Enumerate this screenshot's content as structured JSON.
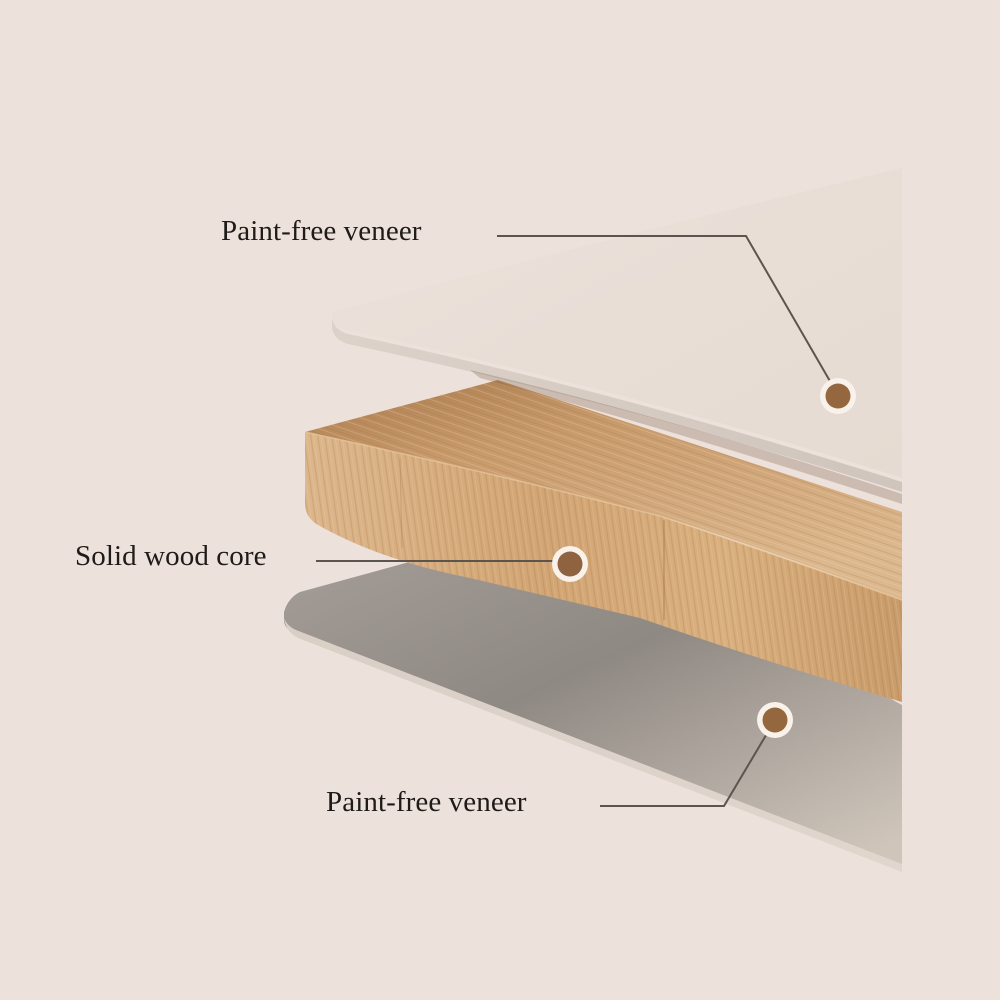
{
  "diagram": {
    "type": "exploded-layer-diagram",
    "subject": "board construction layers",
    "background_color": "#ede1db",
    "layers": [
      {
        "id": "top",
        "label": "Paint-free veneer",
        "color": "#eae0d8",
        "marker_color": "#94673f"
      },
      {
        "id": "core",
        "label": "Solid wood core",
        "color": "#d4a872",
        "marker_color": "#8f6340"
      },
      {
        "id": "bottom",
        "label": "Paint-free veneer",
        "color": "#b4aba4",
        "marker_color": "#94673f"
      }
    ],
    "callouts": {
      "line_color": "#5c554f",
      "marker_ring_color": "#f8f2ea"
    }
  }
}
